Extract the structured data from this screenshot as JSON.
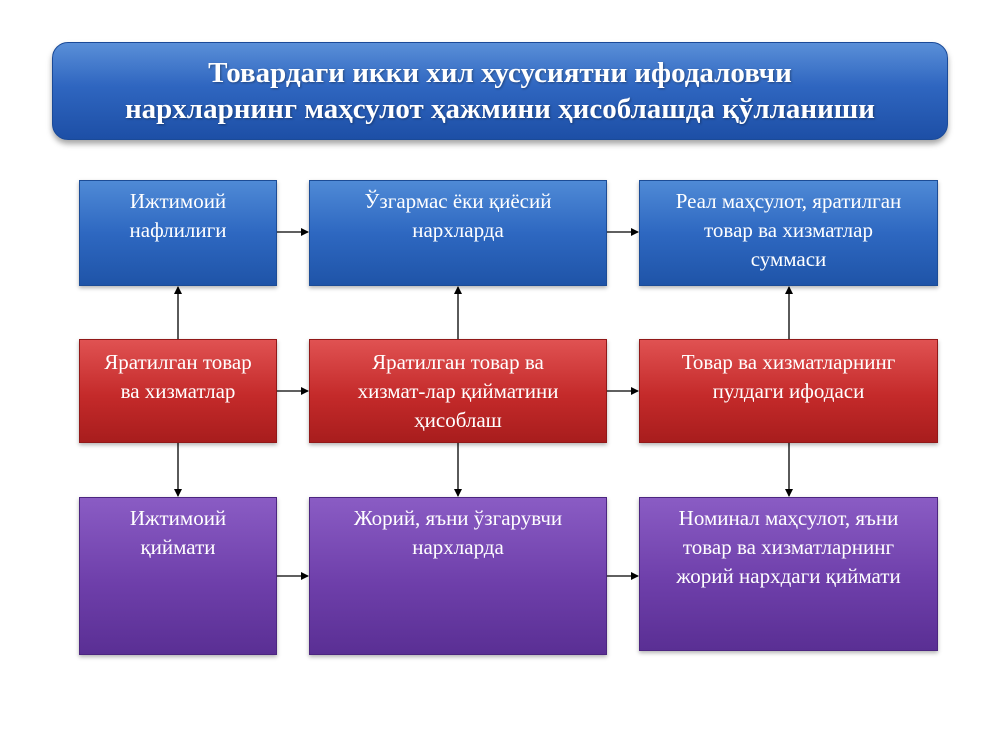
{
  "title": {
    "line1": "Товардаги икки хил хусусиятни ифодаловчи",
    "line2": "нархларнинг маҳсулот ҳажмини ҳисоблашда қўлланиши"
  },
  "top_row": [
    {
      "line1": "Ижтимоий",
      "line2": "нафлилиги",
      "line3": ""
    },
    {
      "line1": "Ўзгармас ёки қиёсий",
      "line2": "нархларда",
      "line3": ""
    },
    {
      "line1": "Реал маҳсулот, яратилган",
      "line2": "товар ва хизматлар",
      "line3": "суммаси"
    }
  ],
  "middle_row": [
    {
      "line1": "Яратилган товар",
      "line2": "ва хизматлар",
      "line3": ""
    },
    {
      "line1": "Яратилган товар ва",
      "line2": "хизмат-лар қийматини",
      "line3": "ҳисоблаш"
    },
    {
      "line1": "Товар ва хизматларнинг",
      "line2": "пулдаги ифодаси",
      "line3": ""
    }
  ],
  "bottom_row": [
    {
      "line1": "Ижтимоий",
      "line2": "қиймати",
      "line3": ""
    },
    {
      "line1": "Жорий, яъни ўзгарувчи",
      "line2": "нархларда",
      "line3": ""
    },
    {
      "line1": "Номинал маҳсулот, яъни",
      "line2": "товар ва хизматларнинг",
      "line3": "жорий нархдаги қиймати"
    }
  ],
  "colors": {
    "blue": "#2e68c1",
    "red": "#c42a2a",
    "purple": "#6e3faa",
    "arrow": "#000000"
  }
}
